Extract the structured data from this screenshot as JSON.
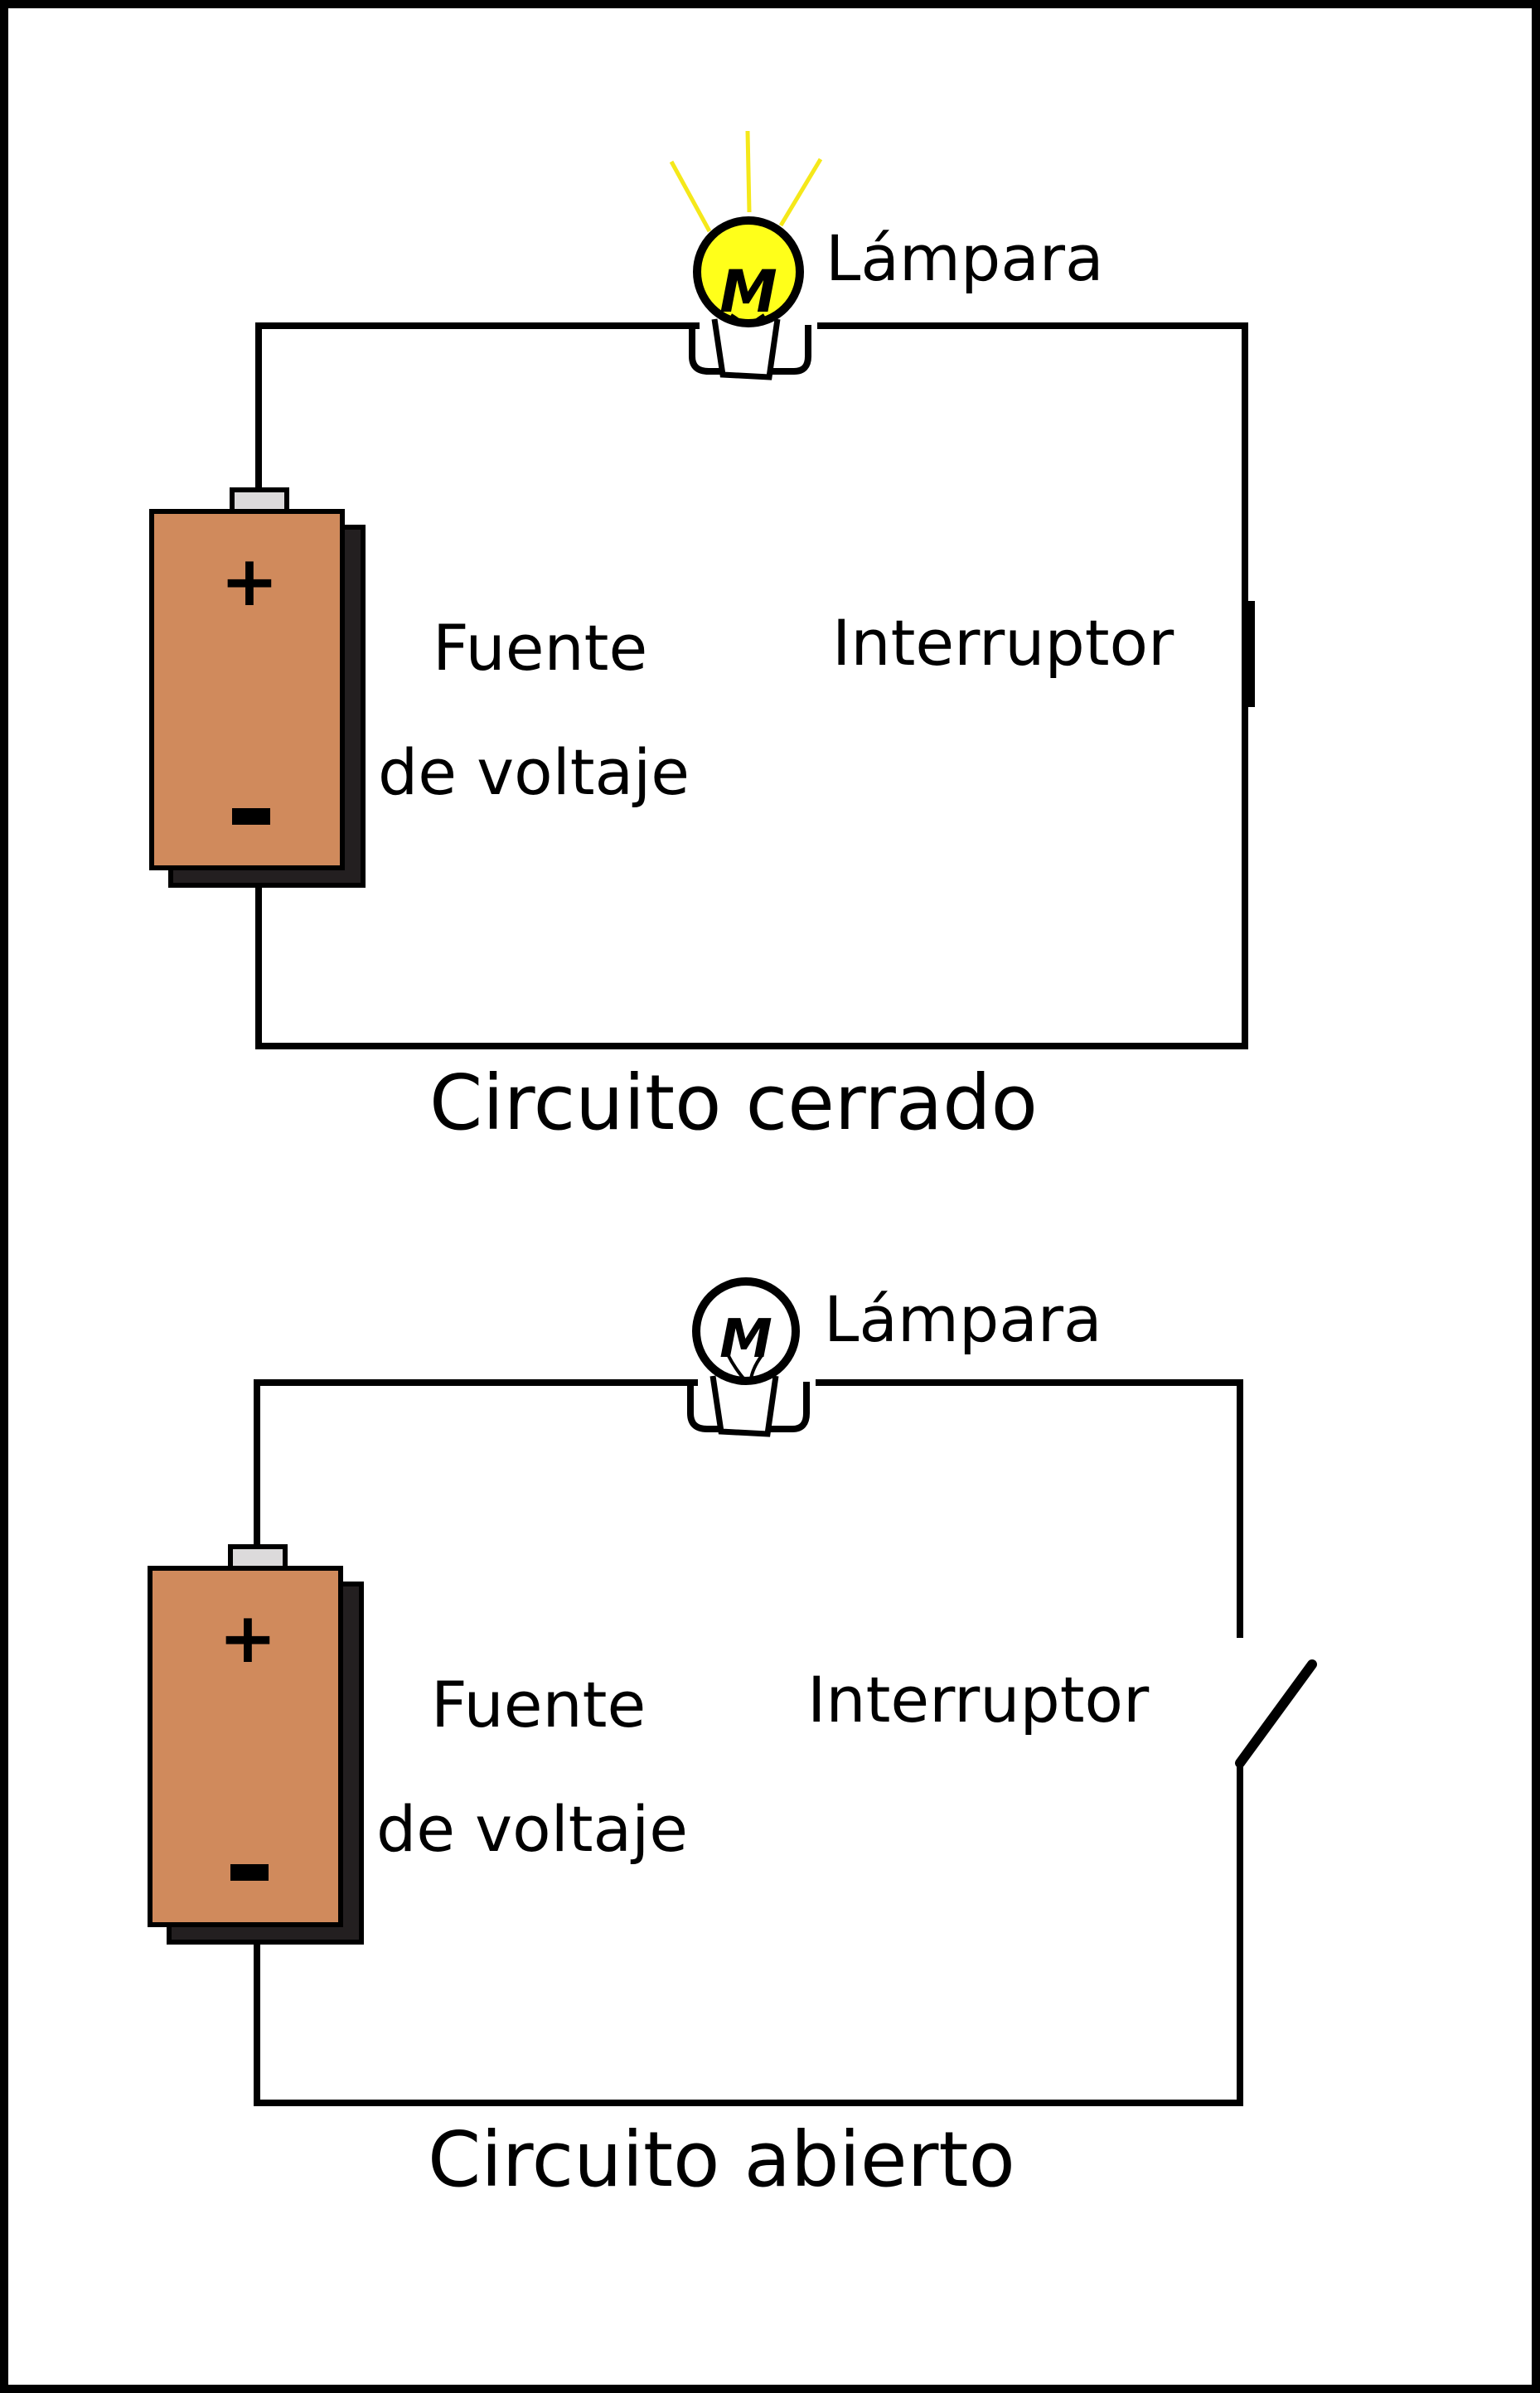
{
  "colors": {
    "battery_body": "#d08a5c",
    "battery_shadow": "#231f20",
    "battery_cap": "#dcdadb",
    "lamp_on": "#ffff1a",
    "lamp_rays": "#f5e81a",
    "lamp_off": "#ffffff",
    "ink": "#000000"
  },
  "circuits": [
    {
      "title": "Circuito cerrado",
      "state": "closed",
      "lamp": {
        "label": "Lámpara",
        "glyph": "M",
        "lit": true
      },
      "source": {
        "line1": "Fuente",
        "line2": "de voltaje",
        "plus": "+",
        "minus": "-"
      },
      "switch": {
        "label": "Interruptor",
        "closed": true
      }
    },
    {
      "title": "Circuito abierto",
      "state": "open",
      "lamp": {
        "label": "Lámpara",
        "glyph": "M",
        "lit": false
      },
      "source": {
        "line1": "Fuente",
        "line2": "de voltaje",
        "plus": "+",
        "minus": "-"
      },
      "switch": {
        "label": "Interruptor",
        "closed": false
      }
    }
  ]
}
